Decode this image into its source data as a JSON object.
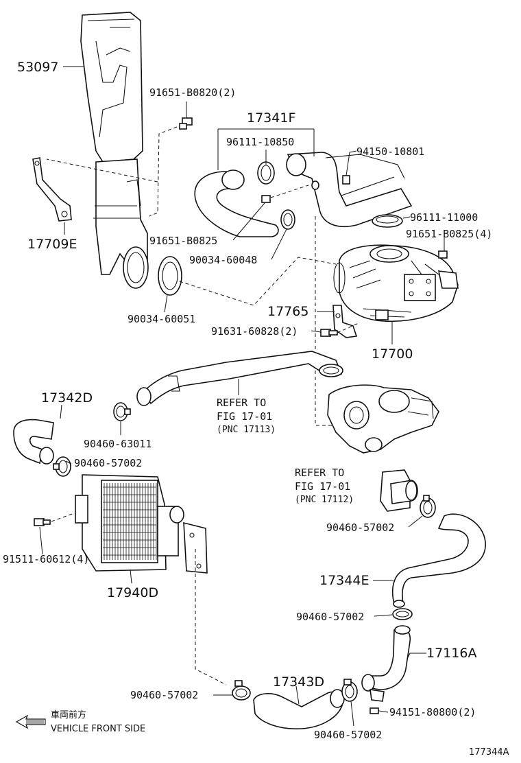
{
  "diagram": {
    "drawing_number": "177344A",
    "legend": {
      "japanese": "車両前方",
      "english": "VEHICLE FRONT SIDE",
      "arrow_icon": "left-arrow-icon"
    },
    "labels": {
      "p53097": "53097",
      "p91651_b0820": "91651-B0820(2)",
      "p17341f": "17341F",
      "p96111_10850": "96111-10850",
      "p94150_10801": "94150-10801",
      "p96111_11000": "96111-11000",
      "p91651_b0825_4": "91651-B0825(4)",
      "p17709e": "17709E",
      "p91651_b0825": "91651-B0825",
      "p90034_60048": "90034-60048",
      "p90034_60051": "90034-60051",
      "p17765": "17765",
      "p91631_60828": "91631-60828(2)",
      "p17700": "17700",
      "p17342d": "17342D",
      "p90460_63011": "90460-63011",
      "p90460_57002_a": "90460-57002",
      "p91511_60612": "91511-60612(4)",
      "p17940d": "17940D",
      "p90460_57002_b": "90460-57002",
      "p17344e": "17344E",
      "p90460_57002_c": "90460-57002",
      "p17116a": "17116A",
      "p90460_57002_d": "90460-57002",
      "p17343d": "17343D",
      "p94151_80800": "94151-80800(2)",
      "p90460_57002_e": "90460-57002"
    },
    "references": {
      "ref1": {
        "line1": "REFER TO",
        "line2": "FIG 17-01",
        "line3": "(PNC 17113)"
      },
      "ref2": {
        "line1": "REFER TO",
        "line2": "FIG 17-01",
        "line3": "(PNC 17112)"
      }
    }
  }
}
